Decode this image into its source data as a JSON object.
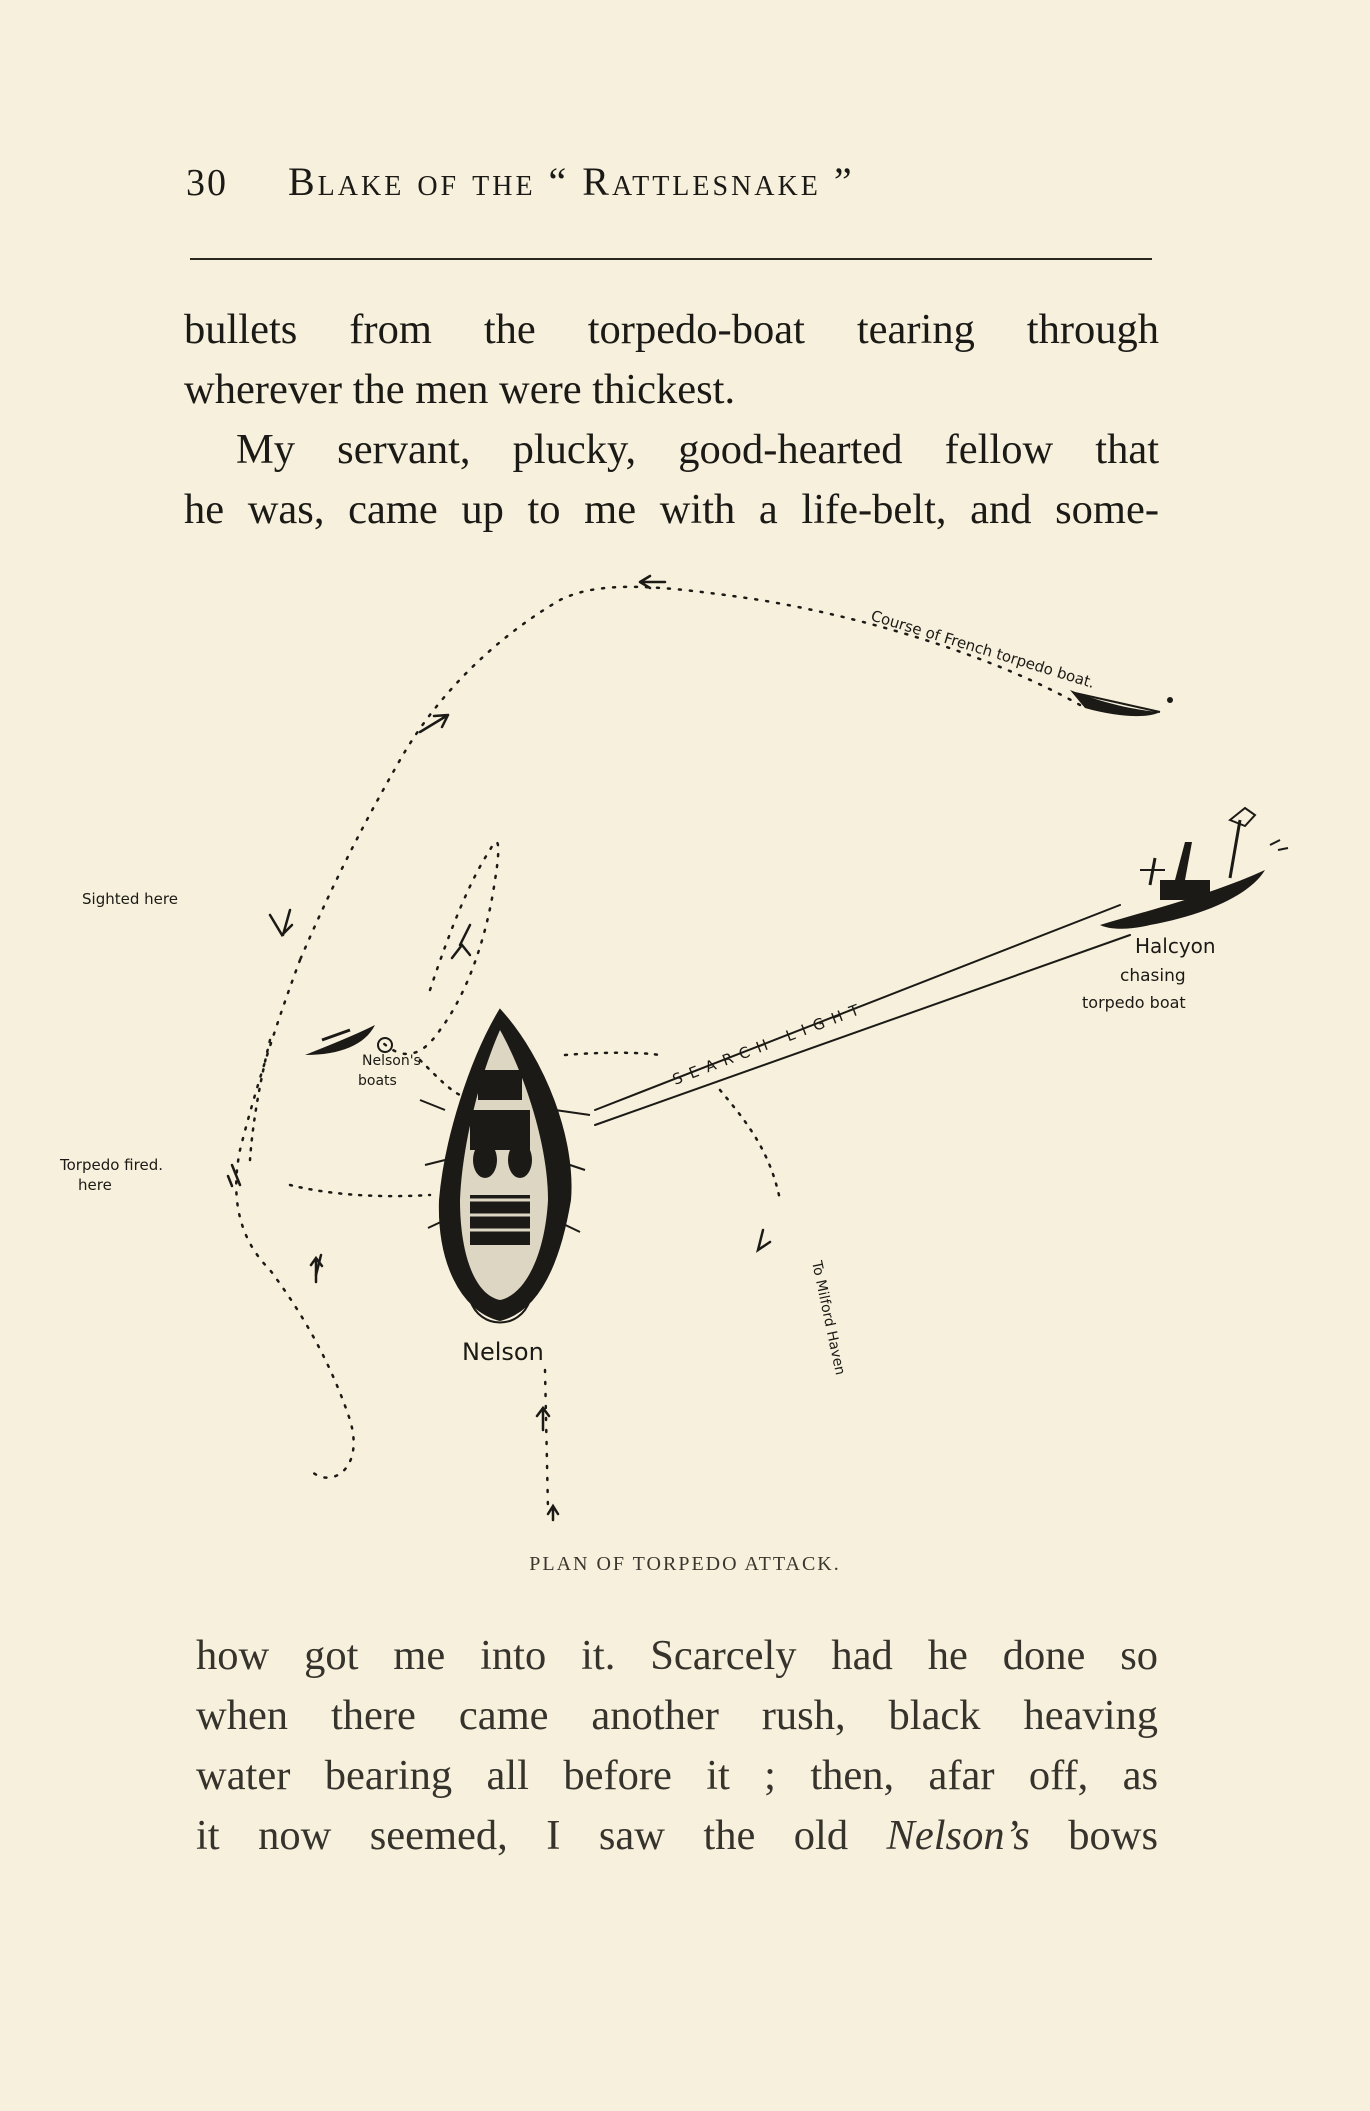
{
  "running_head": {
    "page_number": "30",
    "title": "Blake of the “ Rattlesnake ”"
  },
  "top_text": {
    "lines": [
      "bullets from the torpedo-boat tearing through",
      "wherever the men were thickest.",
      "My servant, plucky, good-hearted fellow that",
      "he was, came up to me with a life-belt, and some-"
    ]
  },
  "figure": {
    "caption": "PLAN OF TORPEDO ATTACK.",
    "labels": {
      "course": "Course of French torpedo boat.",
      "sighted": "Sighted here",
      "torpedo_fired_1": "Torpedo fired.",
      "torpedo_fired_2": "here",
      "nelsons_boats_1": "Nelson's",
      "nelsons_boats_2": "boats",
      "nelson": "Nelson",
      "halcyon_1": "Halcyon",
      "halcyon_2": "chasing",
      "halcyon_3": "torpedo boat",
      "searchlight": "SEARCH LIGHT",
      "milford": "To Milford Haven"
    }
  },
  "bottom_text": {
    "line1": "how got me into it. Scarcely had he done so",
    "line2": "when there came another rush, black heaving",
    "line3": "water bearing all before it ; then, afar off, as",
    "line4_pre": "it now seemed, I saw the old ",
    "line4_italic": "Nelson’s",
    "line4_post": " bows"
  }
}
